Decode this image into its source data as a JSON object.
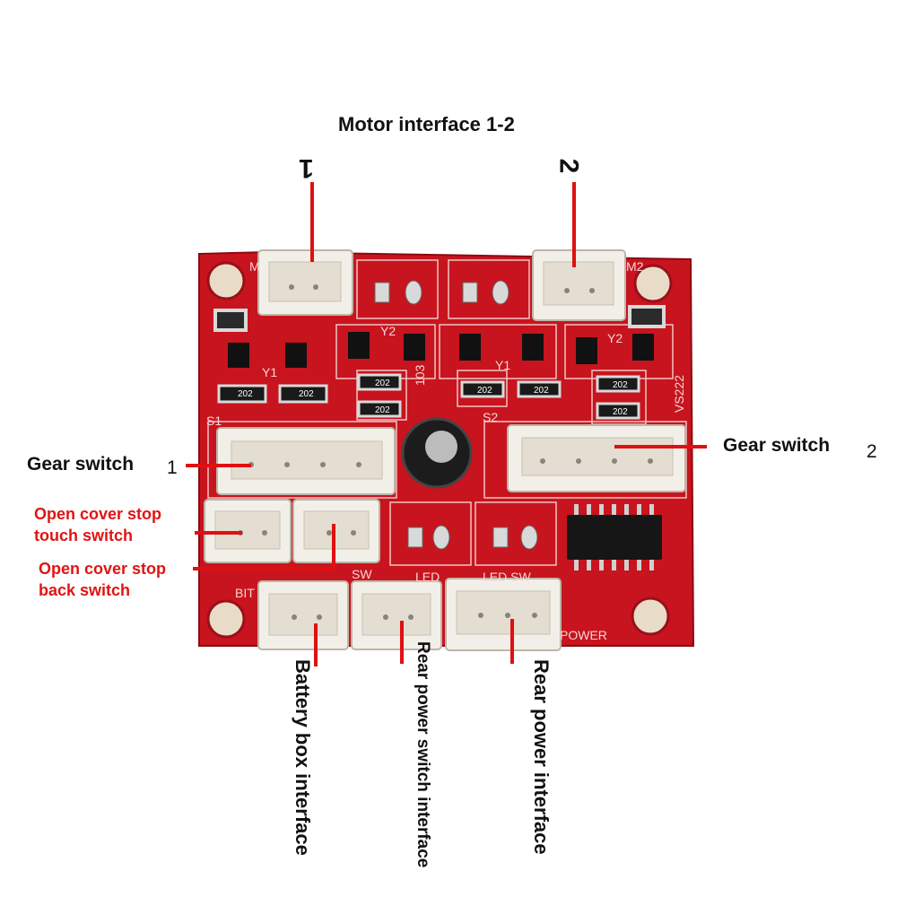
{
  "title": "Motor interface 1-2",
  "motor_labels": {
    "m1": "1",
    "m2": "2"
  },
  "silkscreen": {
    "m": "M",
    "m2": "M2",
    "y2_a": "Y2",
    "y2_b": "Y2",
    "y1_a": "Y1",
    "y1_b": "Y1",
    "q3": "103",
    "s1": "S1",
    "s2": "S2",
    "vs": "VS222",
    "res": "202",
    "led": "LED",
    "led_sw": "LED SW",
    "sw": "SW",
    "bit": "BIT",
    "power": "POWER"
  },
  "annotations": {
    "gear_switch_left": "Gear switch",
    "gear_switch_left_num": "1",
    "gear_switch_right": "Gear switch",
    "gear_switch_right_num": "2",
    "open_cover_touch_line1": "Open cover stop",
    "open_cover_touch_line2": "touch switch",
    "open_cover_back_line1": "Open cover stop",
    "open_cover_back_line2": "back switch",
    "battery_box": "Battery box interface",
    "rear_power_switch": "Rear power switch interface",
    "rear_power": "Rear power interface"
  },
  "colors": {
    "board": "#c8141e",
    "board_dark": "#a00d16",
    "connector": "#f2efe8",
    "pointer": "#e01010",
    "silk": "#f4d6d6"
  }
}
